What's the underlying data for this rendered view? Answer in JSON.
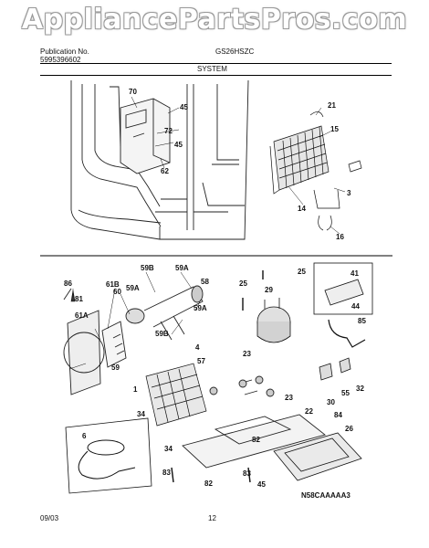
{
  "watermark": "AppliancePartsPros.com",
  "header": {
    "publication_label": "Publication No.",
    "publication_number": "5995396602",
    "model": "GS26HSZC",
    "section": "SYSTEM"
  },
  "diagram_code": "N58CAAAAA3",
  "footer": {
    "date": "09/03",
    "page": "12"
  },
  "callouts_top": [
    "70",
    "45",
    "72",
    "45",
    "62",
    "21",
    "15",
    "14",
    "3",
    "16"
  ],
  "callouts_bottom": [
    "86",
    "61B",
    "60",
    "59B",
    "59A",
    "58",
    "81",
    "59A",
    "59A",
    "61A",
    "59B",
    "59",
    "25",
    "25",
    "29",
    "41",
    "44",
    "85",
    "4",
    "57",
    "23",
    "1",
    "55",
    "32",
    "23",
    "30",
    "34",
    "22",
    "84",
    "26",
    "6",
    "34",
    "82",
    "83",
    "83",
    "82",
    "45"
  ]
}
